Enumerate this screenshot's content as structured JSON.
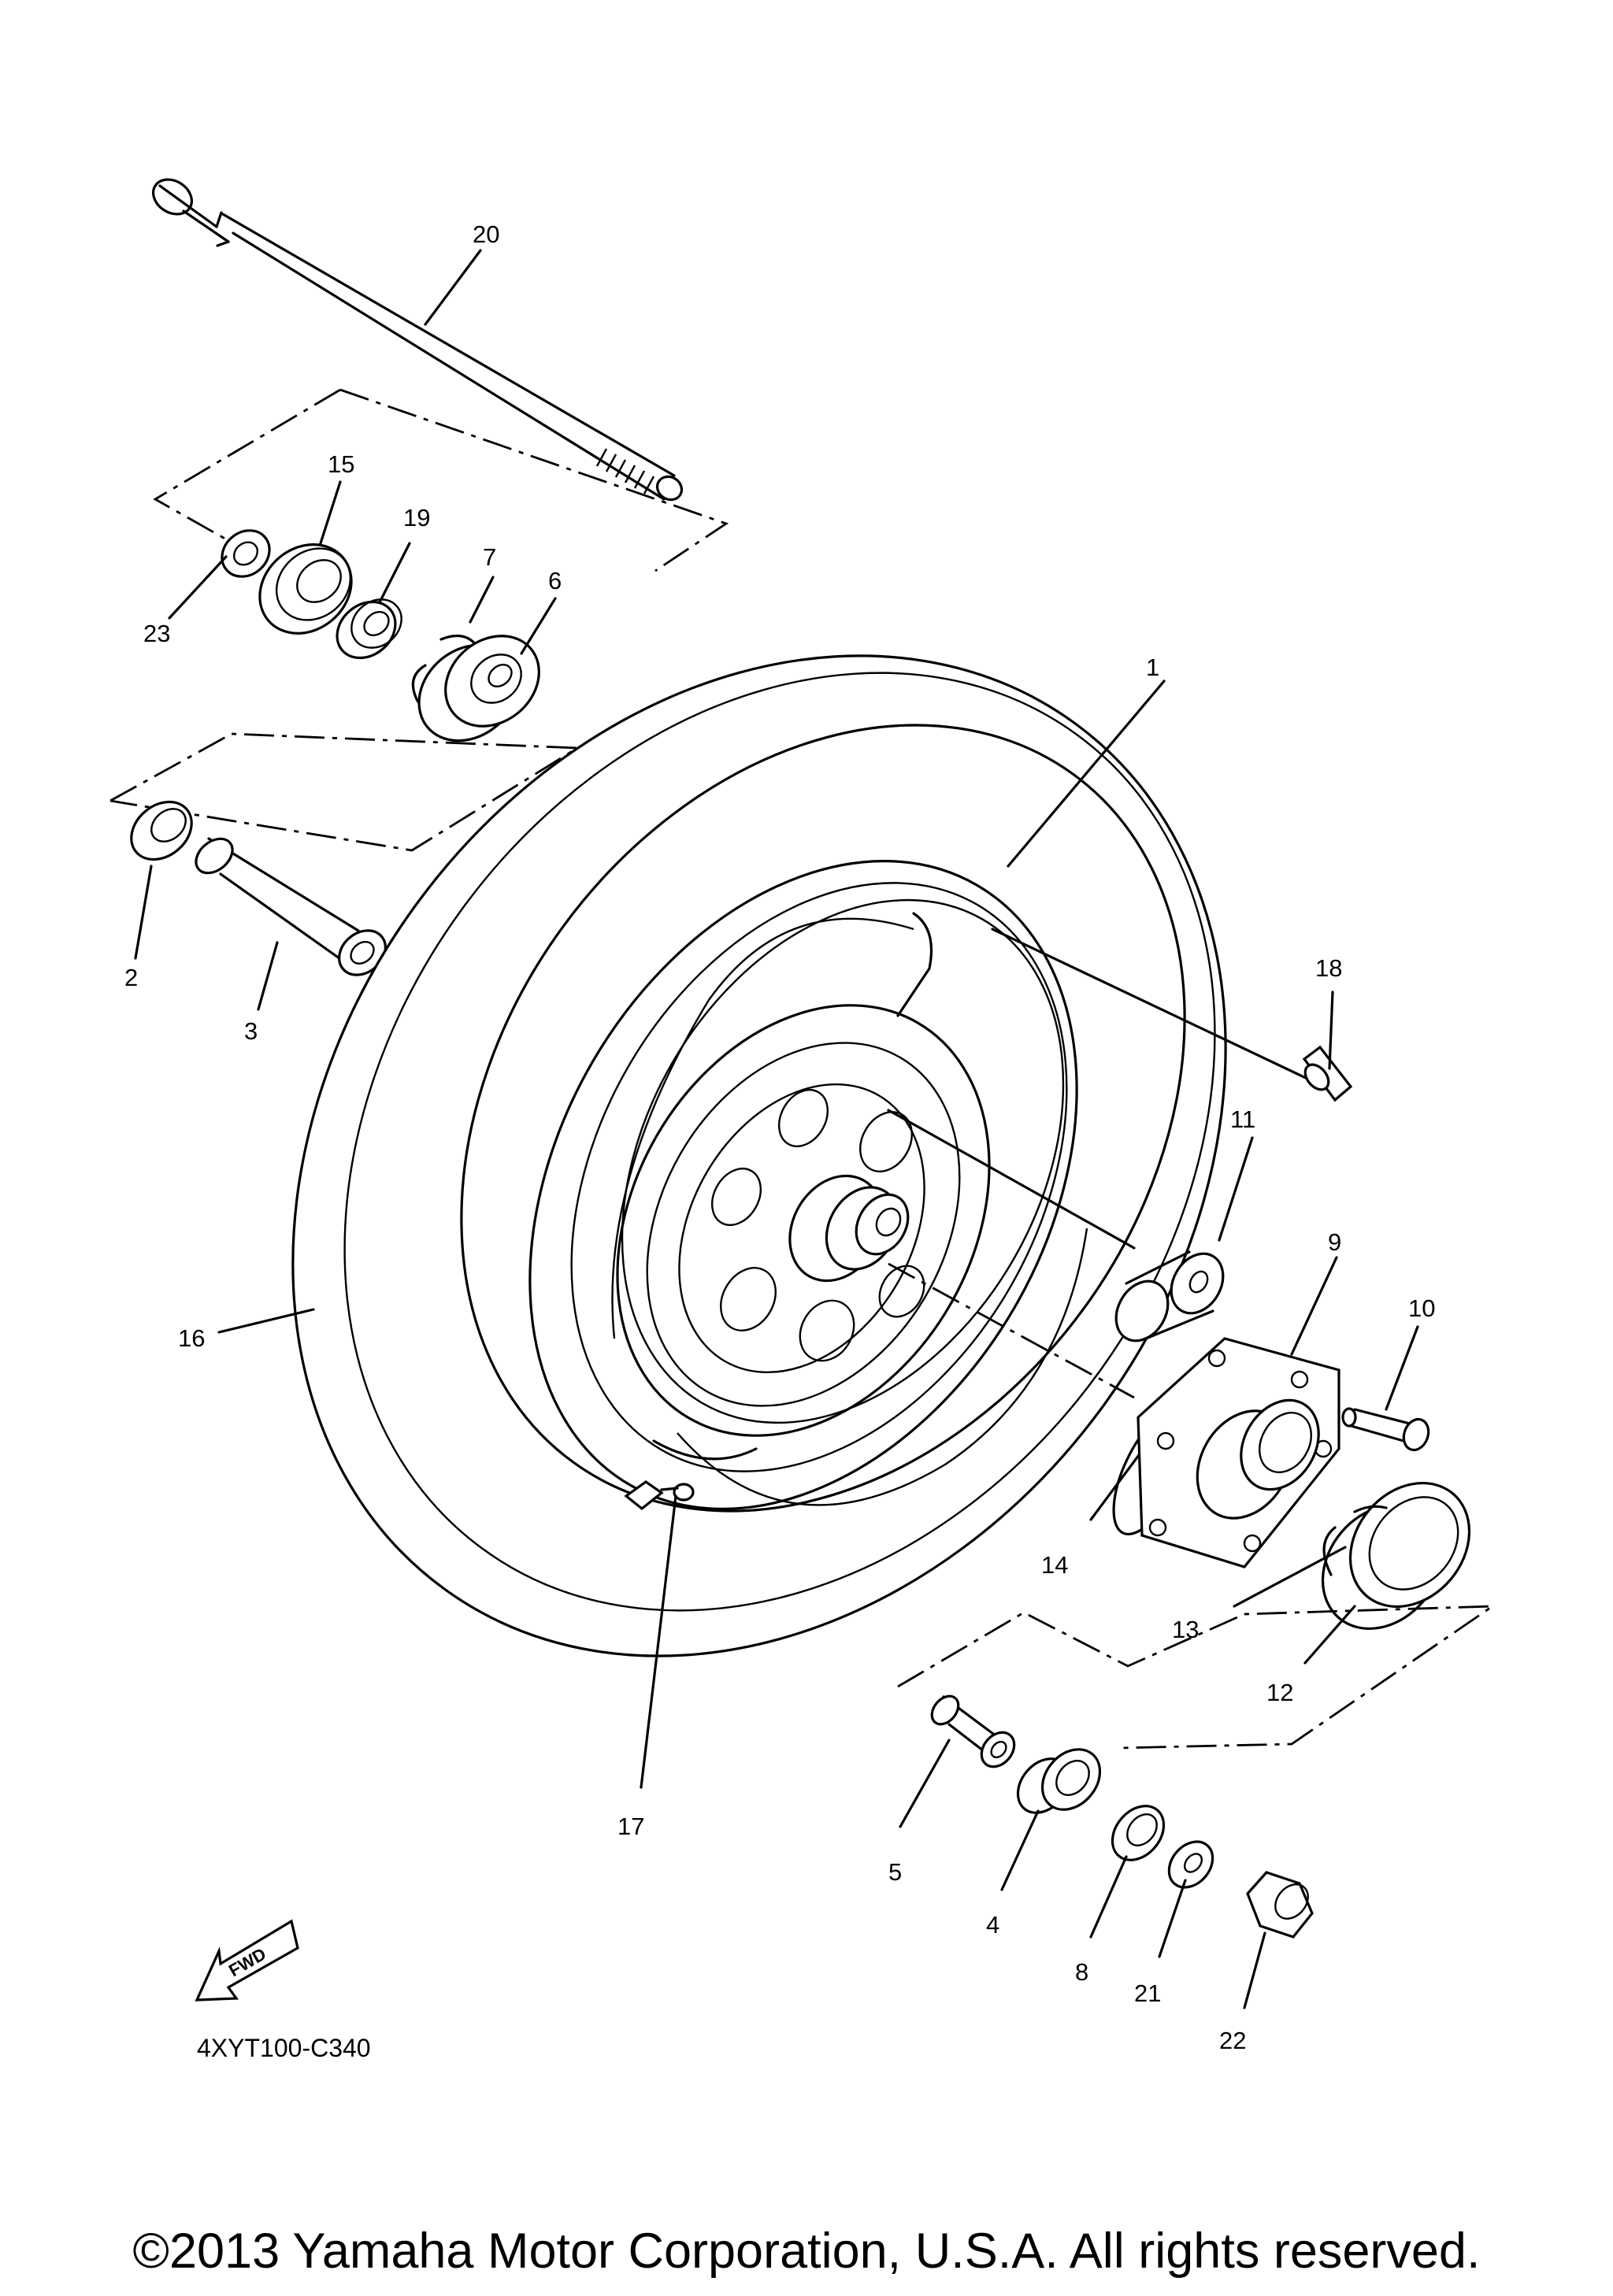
{
  "diagram": {
    "code": "4XYT100-C340",
    "copyright": "©2013 Yamaha Motor Corporation, U.S.A. All rights reserved.",
    "fwd_label": "FWD",
    "callouts": {
      "c1": "1",
      "c2": "2",
      "c3": "3",
      "c4": "4",
      "c5": "5",
      "c6": "6",
      "c7": "7",
      "c8": "8",
      "c9": "9",
      "c10": "10",
      "c11": "11",
      "c12": "12",
      "c13": "13",
      "c14": "14",
      "c15": "15",
      "c16": "16",
      "c17": "17",
      "c18": "18",
      "c19": "19",
      "c20": "20",
      "c21": "21",
      "c22": "22",
      "c23": "23"
    }
  }
}
